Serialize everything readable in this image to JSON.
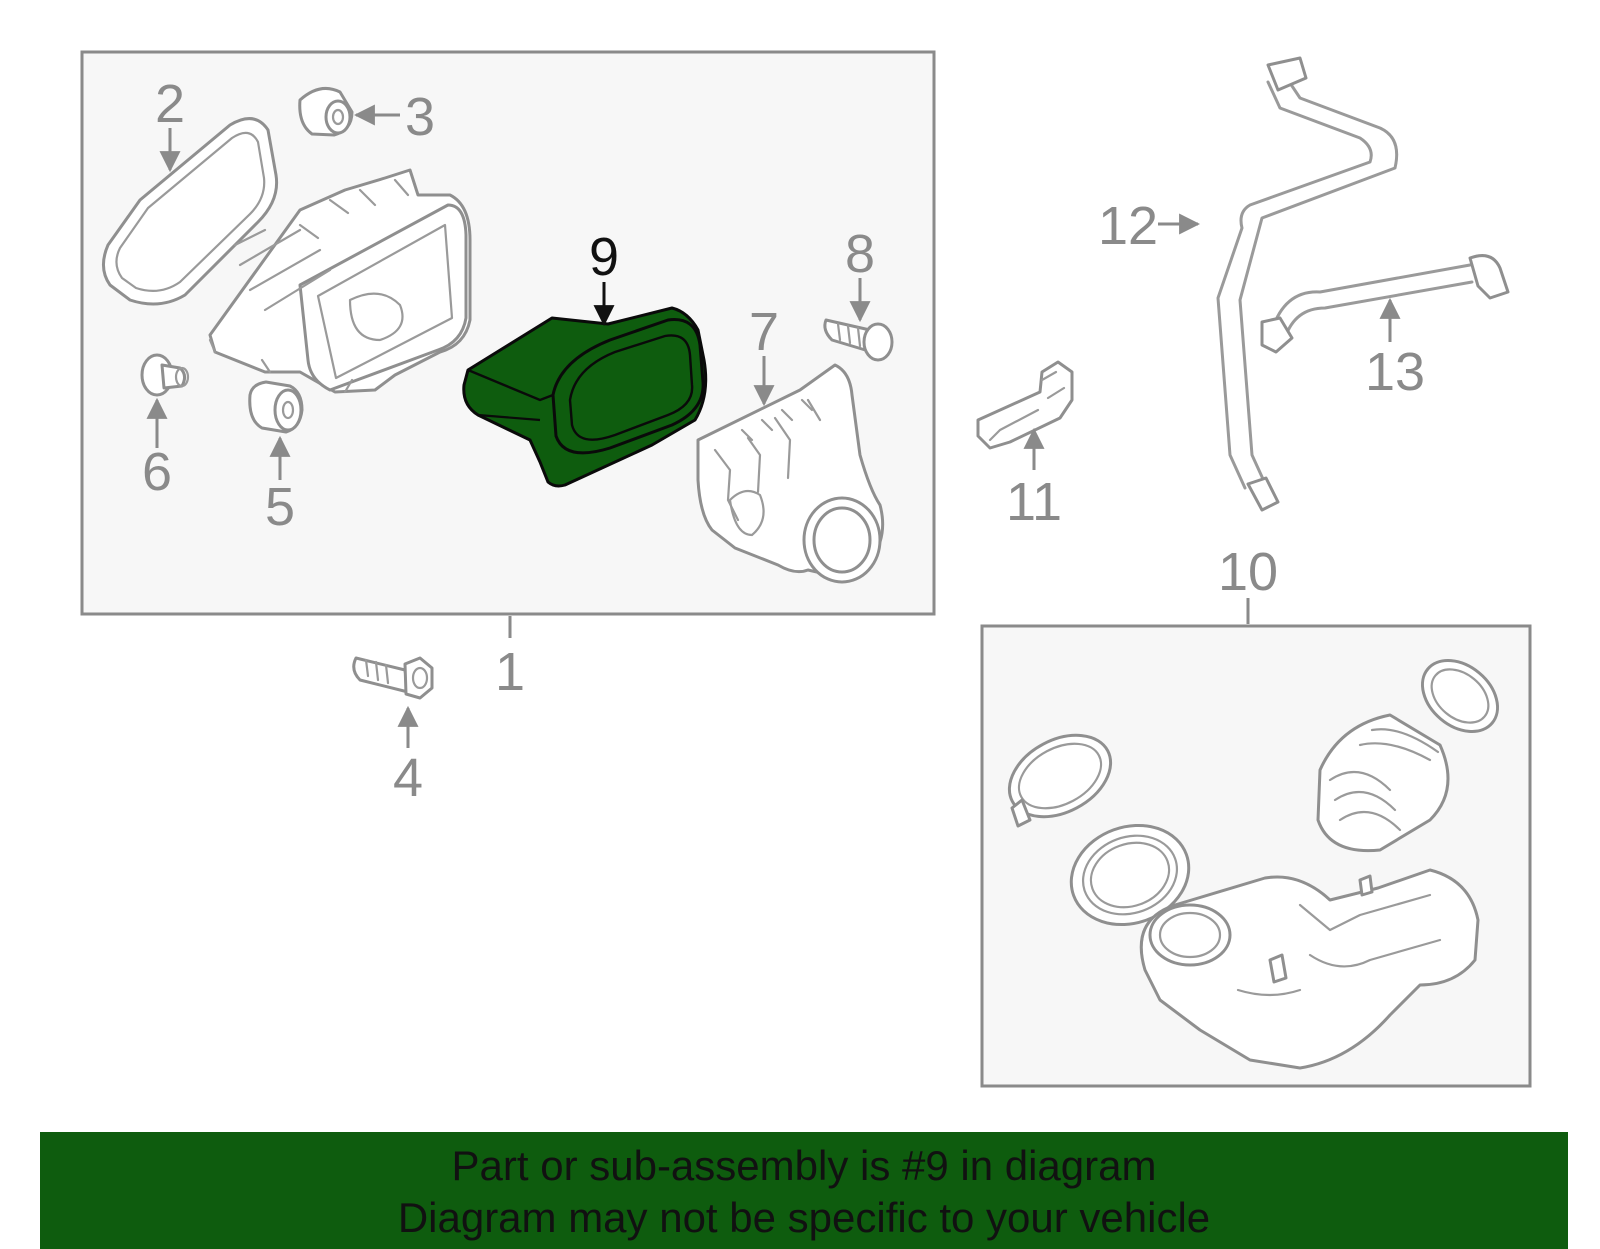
{
  "colors": {
    "highlight_part": "#0e5c0e",
    "banner_background": "#0e5c0e",
    "outline_gray": "#8f8f8f",
    "box_fill": "#f7f7f7"
  },
  "highlighted_callout": "9",
  "callouts": {
    "c1": "1",
    "c2": "2",
    "c3": "3",
    "c4": "4",
    "c5": "5",
    "c6": "6",
    "c7": "7",
    "c8": "8",
    "c9": "9",
    "c10": "10",
    "c11": "11",
    "c12": "12",
    "c13": "13"
  },
  "banner": {
    "line1": "Part or sub-assembly is #9 in diagram",
    "line2": "Diagram may not be specific to your vehicle"
  }
}
